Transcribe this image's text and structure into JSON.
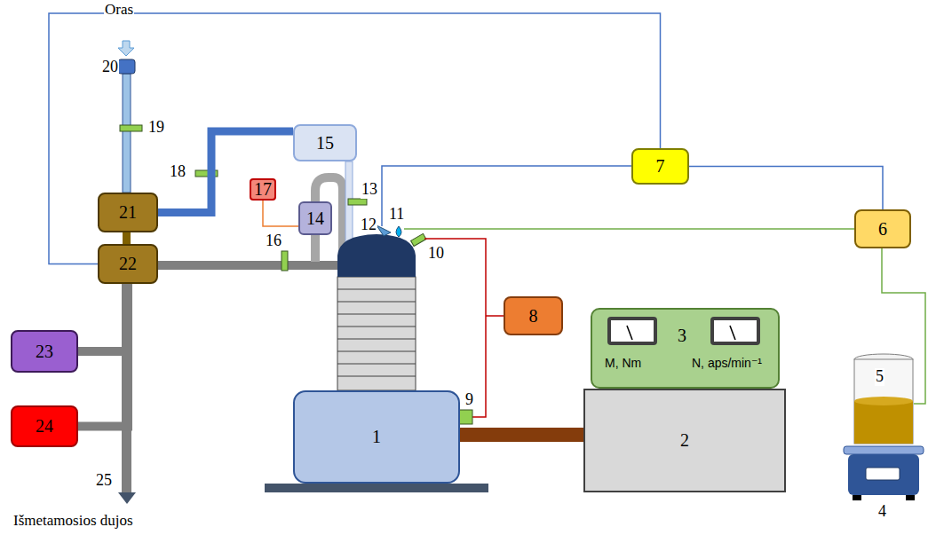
{
  "diagram": {
    "nodes": [
      {
        "text": [
          "1"
        ]
      },
      {
        "text": [
          "2"
        ]
      },
      {
        "text": [
          "3",
          "M, Nm",
          "N, aps/min⁻¹"
        ]
      },
      {
        "text": [
          "6"
        ]
      },
      {
        "text": [
          "7"
        ]
      },
      {
        "text": [
          "8"
        ]
      },
      {
        "text": [
          "14"
        ]
      },
      {
        "text": [
          "15"
        ]
      },
      {
        "text": [
          "17"
        ]
      },
      {
        "text": [
          "21"
        ]
      },
      {
        "text": [
          "22"
        ]
      },
      {
        "text": [
          "23"
        ]
      },
      {
        "text": [
          "24"
        ]
      }
    ],
    "edges": [
      {
        "from": 0,
        "to": 1,
        "arrow": "none"
      },
      {
        "from": 9,
        "to": 7,
        "arrow": "none"
      },
      {
        "from": 8,
        "to": 6,
        "arrow": "none"
      },
      {
        "from": 4,
        "to": 10,
        "arrow": "none"
      },
      {
        "from": 4,
        "to": 3,
        "arrow": "none"
      },
      {
        "from": 10,
        "to": 11,
        "arrow": "none"
      },
      {
        "from": 10,
        "to": 12,
        "arrow": "none"
      }
    ],
    "labels": [
      "Oras",
      "20",
      "19",
      "18",
      "13",
      "12",
      "11",
      "10",
      "16",
      "9",
      "25",
      "Išmetamosios dujos",
      "4",
      "5"
    ]
  }
}
